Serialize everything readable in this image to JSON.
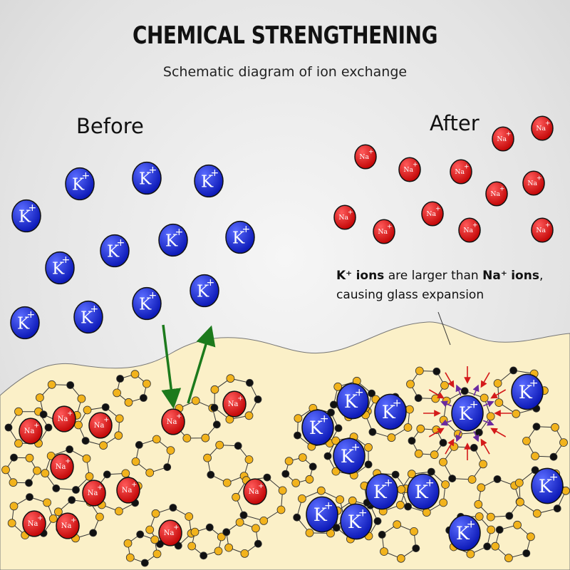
{
  "title": "CHEMICAL STRENGTHENING",
  "subtitle": "Schematic diagram of ion exchange",
  "labels": {
    "before": "Before",
    "after": "After"
  },
  "note": {
    "k_ion": "K⁺",
    "ions_word": "ions",
    "comparison": "are  larger than",
    "na_ion": "Na⁺",
    "line2": "causing glass expansion"
  },
  "ions": {
    "k_symbol": "K",
    "na_symbol": "Na",
    "charge": "+"
  },
  "colors": {
    "k_ion": "#1a2fd6",
    "na_ion": "#e01414",
    "glass": "#fbf0c8",
    "oxygen_node": "#f2b31c",
    "silicon_node": "#111111",
    "exchange_arrow": "#1c7a1c",
    "stress_arrow": "#d41a1a",
    "expansion_arrow": "#6a2aa0"
  }
}
